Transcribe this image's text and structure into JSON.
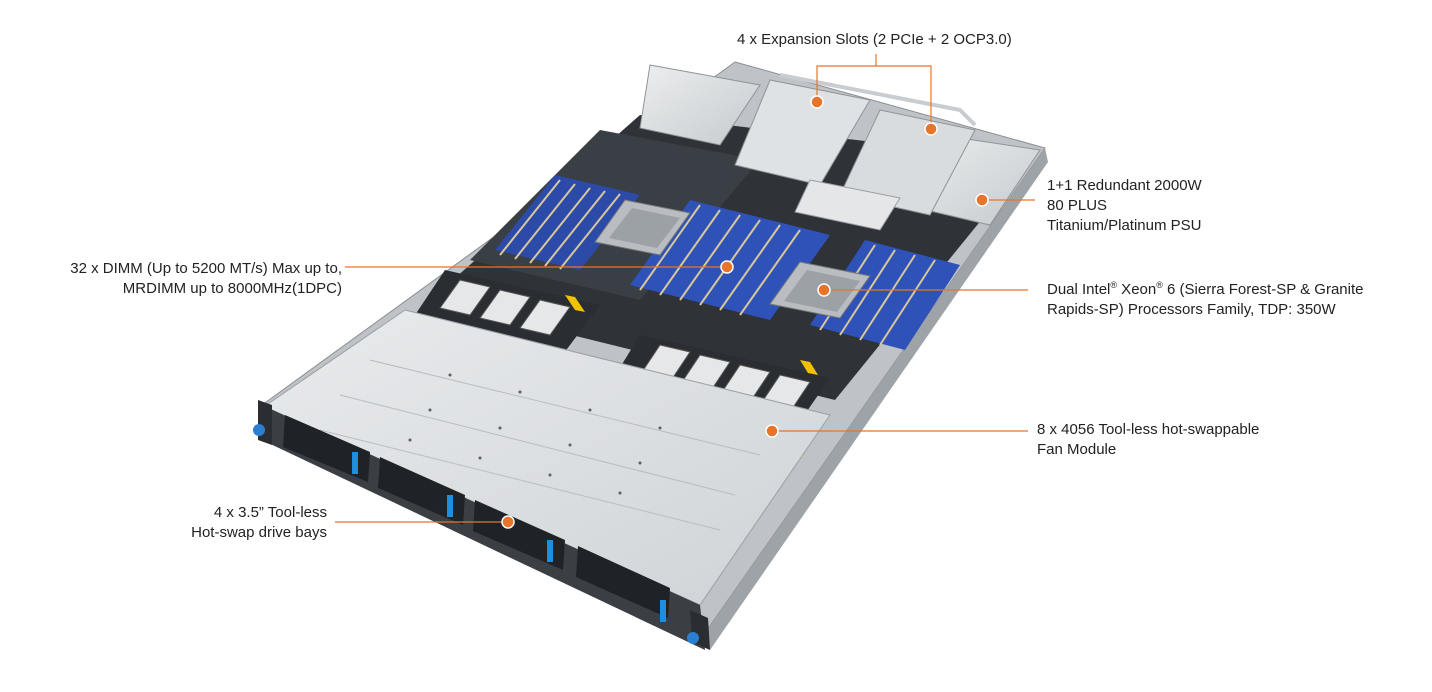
{
  "accent_color": "#e8742a",
  "callouts": {
    "expansion": "4 x Expansion Slots (2 PCIe + 2 OCP3.0)",
    "psu": {
      "line1": "1+1 Redundant 2000W",
      "line2": "80 PLUS",
      "line3": "Titanium/Platinum PSU"
    },
    "dimm": {
      "line1": "32 x DIMM (Up to 5200 MT/s) Max up to,",
      "line2": "MRDIMM up to 8000MHz(1DPC)"
    },
    "cpu": {
      "pre": "Dual Intel",
      "reg1": "®",
      "mid": " Xeon",
      "reg2": "®",
      "post": " 6 (Sierra Forest-SP & Granite",
      "line2": "Rapids-SP) Processors Family, TDP: 350W"
    },
    "fan": {
      "line1": "8 x 4056 Tool-less hot-swappable",
      "line2": "Fan Module"
    },
    "drive": {
      "line1": "4 x 3.5” Tool-less",
      "line2": "Hot-swap drive bays"
    }
  }
}
